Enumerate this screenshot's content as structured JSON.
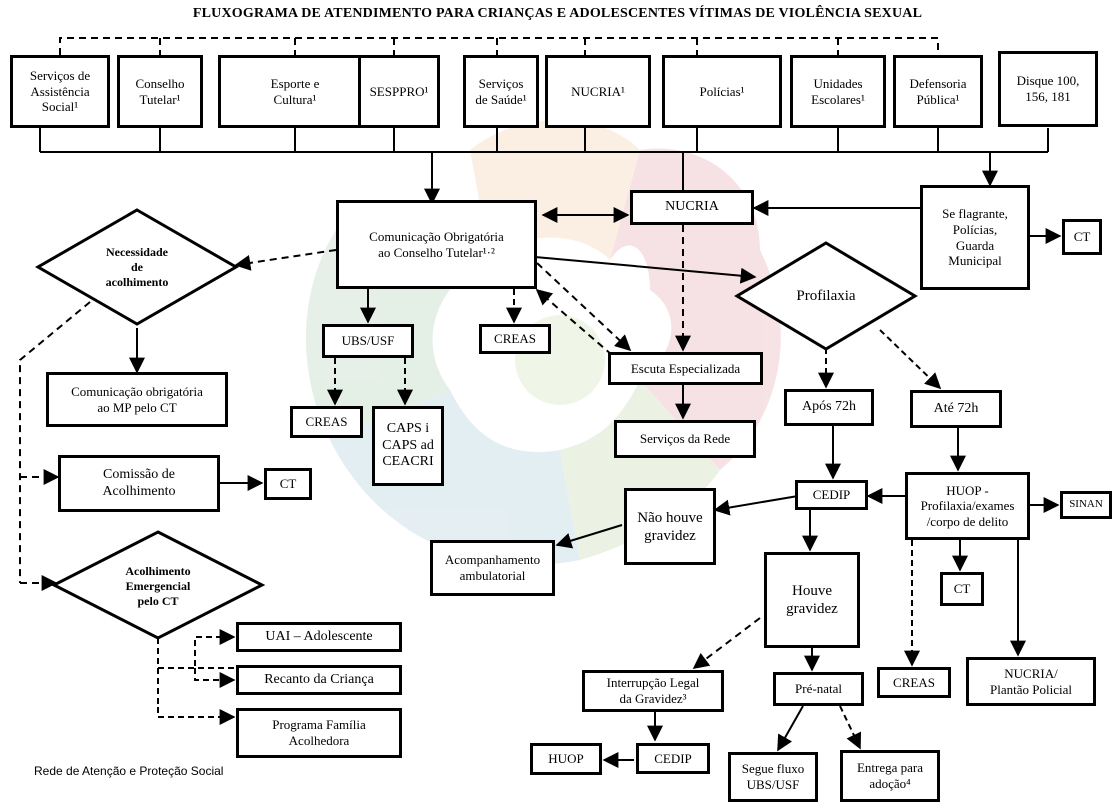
{
  "title": "FLUXOGRAMA DE ATENDIMENTO PARA CRIANÇAS E ADOLESCENTES VÍTIMAS DE VIOLÊNCIA SEXUAL",
  "top_services": [
    "Serviços de\nAssistência\nSocial¹",
    "Conselho\nTutelar¹",
    "Esporte e\nCultura¹",
    "SESPPRO¹",
    "Serviços\nde Saúde¹",
    "NUCRIA¹",
    "Polícias¹",
    "Unidades\nEscolares¹",
    "Defensoria\nPública¹",
    "Disque 100,\n156, 181"
  ],
  "nodes": {
    "comunicacao_ct": "Comunicação Obrigatória\nao Conselho Tutelar¹·²",
    "nucria": "NUCRIA",
    "flagrante": "Se flagrante,\nPolícias,\nGuarda\nMunicipal",
    "ct_flagrante": "CT",
    "necessidade": "Necessidade\nde\nacolhimento",
    "comunicacao_mp": "Comunicação obrigatória\nao MP pelo CT",
    "comissao": "Comissão de\nAcolhimento",
    "ct_comissao": "CT",
    "acolhimento_emergencial": "Acolhimento\nEmergencial\npelo CT",
    "uai": "UAI – Adolescente",
    "recanto": "Recanto da Criança",
    "familia": "Programa Família\nAcolhedora",
    "ubs": "UBS/USF",
    "creas_ubs": "CREAS",
    "caps": "CAPS i\nCAPS ad\nCEACRI",
    "creas_center": "CREAS",
    "escuta": "Escuta Especializada",
    "servicos_rede": "Serviços da Rede",
    "profilaxia": "Profilaxia",
    "apos72": "Após 72h",
    "ate72": "Até 72h",
    "cedip": "CEDIP",
    "huop_prof": "HUOP -\nProfilaxia/exames\n/corpo de delito",
    "sinan": "SINAN",
    "ct_huop": "CT",
    "creas_huop": "CREAS",
    "nucria_plantao": "NUCRIA/\nPlantão Policial",
    "nao_houve": "Não houve\ngravidez",
    "acompanhamento": "Acompanhamento\nambulatorial",
    "houve": "Houve\ngravidez",
    "interrupcao": "Interrupção Legal\nda Gravidez³",
    "prenatal": "Pré-natal",
    "huop_bottom": "HUOP",
    "cedip_bottom": "CEDIP",
    "segue_fluxo": "Segue fluxo\nUBS/USF",
    "entrega": "Entrega para\nadoção⁴"
  },
  "footer": "Rede de Atenção e Proteção Social"
}
